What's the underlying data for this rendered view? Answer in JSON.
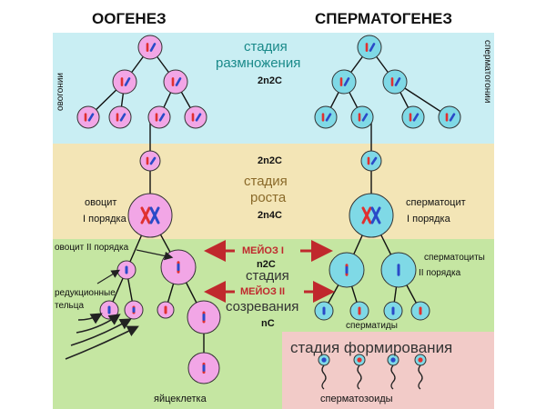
{
  "titles": {
    "oogenesis": "ООГЕНЕЗ",
    "spermatogenesis": "СПЕРМАТОГЕНЕЗ"
  },
  "stages": {
    "reproduction_line1": "стадия",
    "reproduction_line2": "размножения",
    "growth_line1": "стадия",
    "growth_line2": "роста",
    "maturation_line1": "стадия",
    "maturation_line2": "созревания",
    "formation": "стадия формирования"
  },
  "formulas": {
    "reproduction": "2n2C",
    "growth_top": "2n2C",
    "growth_bottom": "2n4C",
    "meiosis1": "n2C",
    "meiosis2": "nC"
  },
  "meiosis": {
    "m1": "МЕЙОЗ I",
    "m2": "МЕЙОЗ II"
  },
  "left_labels": {
    "oogonia": "овогонии",
    "oocyte1_line1": "овоцит",
    "oocyte1_line2": "I порядка",
    "oocyte2": "овоцит II порядка",
    "polar_line1": "редукционные",
    "polar_line2": "тельца",
    "egg": "яйцеклетка"
  },
  "right_labels": {
    "spermatogonia": "сперматогонии",
    "spermatocyte1_line1": "сперматоцит",
    "spermatocyte1_line2": "I порядка",
    "spermatocyte2_line1": "сперматоциты",
    "spermatocyte2_line2": "II порядка",
    "spermatids": "сперматиды",
    "spermatozoa": "сперматозоиды"
  },
  "colors": {
    "reproduction_band": "#c9eef3",
    "growth_band": "#f3e5b6",
    "maturation_band": "#c5e6a2",
    "formation_band": "#f2cbc8",
    "egg_cell": "#f2a6e6",
    "sperm_cell": "#7fd9e6",
    "stage_text_teal": "#1a8a8a",
    "stage_text_brown": "#8a6a2a",
    "stage_text_dark": "#333333",
    "meiosis_red": "#c0282d",
    "chrom_red": "#e03030",
    "chrom_blue": "#2a4ac8"
  }
}
